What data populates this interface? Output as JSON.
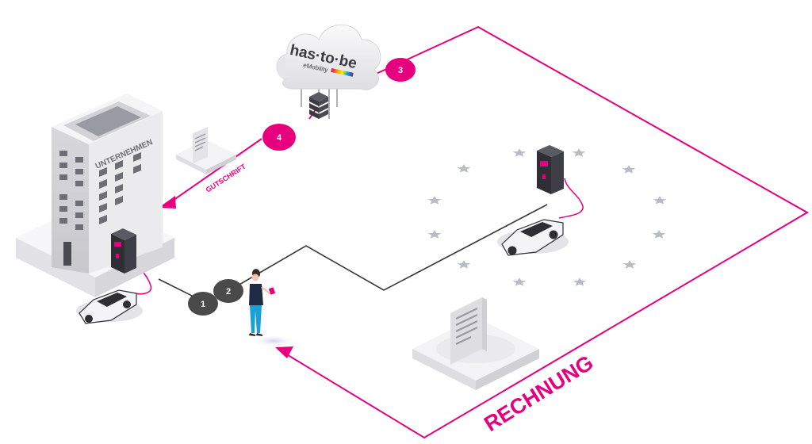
{
  "diagram": {
    "company_label": "UNTERNEHMEN",
    "credit_label": "GUTSCHRIFT",
    "invoice_label": "RECHNUNG",
    "logo_main": "has·to·be",
    "logo_sub": "eMobility",
    "steps": [
      "1",
      "2",
      "3",
      "4"
    ]
  },
  "colors": {
    "magenta": "#e6007e",
    "dark": "#3a3a3a",
    "step_fill": "#4a4a4a",
    "star": "#b9bcc4",
    "platform": "#ececef"
  }
}
